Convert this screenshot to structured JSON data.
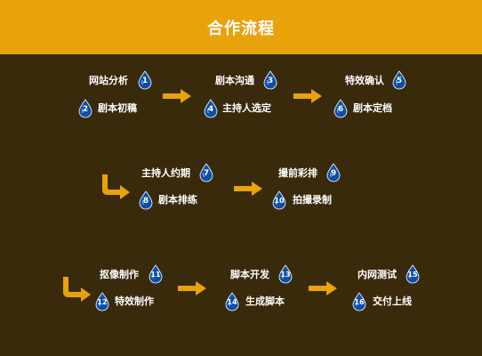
{
  "header": {
    "title": "合作流程"
  },
  "colors": {
    "header_bg": "#e8a20a",
    "body_bg": "#3a2a0c",
    "arrow": "#e8a20a",
    "drop": "#0d4fa8"
  },
  "steps": [
    {
      "number": "1",
      "label": "网站分析"
    },
    {
      "number": "2",
      "label": "剧本初稿"
    },
    {
      "number": "3",
      "label": "剧本沟通"
    },
    {
      "number": "4",
      "label": "主持人选定"
    },
    {
      "number": "5",
      "label": "特效确认"
    },
    {
      "number": "6",
      "label": "剧本定档"
    },
    {
      "number": "7",
      "label": "主持人约期"
    },
    {
      "number": "8",
      "label": "剧本排练"
    },
    {
      "number": "9",
      "label": "撮前彩排"
    },
    {
      "number": "10",
      "label": "拍撮录制"
    },
    {
      "number": "11",
      "label": "抠像制作"
    },
    {
      "number": "12",
      "label": "特效制作"
    },
    {
      "number": "13",
      "label": "脚本开发"
    },
    {
      "number": "14",
      "label": "生成脚本"
    },
    {
      "number": "15",
      "label": "内网测试"
    },
    {
      "number": "16",
      "label": "交付上线"
    }
  ]
}
